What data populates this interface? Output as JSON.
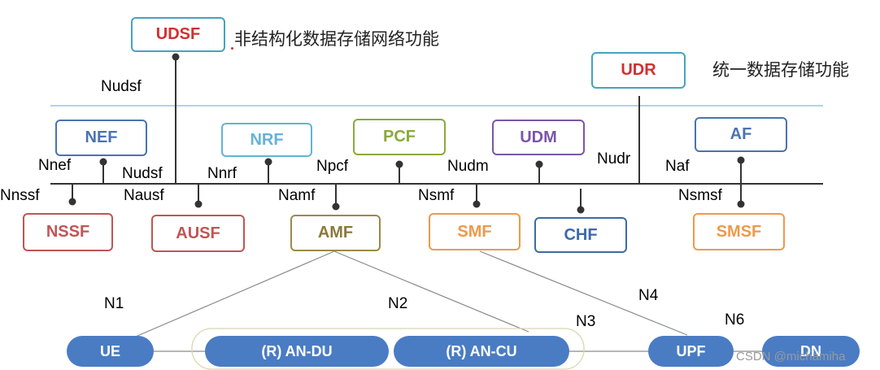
{
  "colors": {
    "red": "#c83b3b",
    "blue": "#4a73b0",
    "teal": "#46a3c0",
    "light_blue": "#63b3d6",
    "green": "#8aaa3a",
    "purple": "#7a56a8",
    "orange": "#ee9a4a",
    "tan": "#9a8a4a",
    "pill": "#4a7cc4"
  },
  "top": {
    "udsf": {
      "label": "UDSF",
      "caption": "非结构化数据存储网络功能"
    },
    "udr": {
      "label": "UDR",
      "caption": "统一数据存储功能"
    },
    "nudsf_upper": "Nudsf"
  },
  "nfs": {
    "nef": "NEF",
    "nrf": "NRF",
    "pcf": "PCF",
    "udm": "UDM",
    "af": "AF",
    "nssf": "NSSF",
    "ausf": "AUSF",
    "amf": "AMF",
    "smf": "SMF",
    "chf": "CHF",
    "smsf": "SMSF"
  },
  "interfaces": {
    "nnef": "Nnef",
    "nudsf": "Nudsf",
    "nnrf": "Nnrf",
    "npcf": "Npcf",
    "nudm": "Nudm",
    "nudr": "Nudr",
    "naf": "Naf",
    "nnssf": "Nnssf",
    "nausf": "Nausf",
    "namf": "Namf",
    "nsmf": "Nsmf",
    "nsmsf": "Nsmsf"
  },
  "ran": {
    "ue": "UE",
    "an_du": "(R)  AN-DU",
    "an_cu": "(R)  AN-CU",
    "upf": "UPF",
    "dn": "DN"
  },
  "ref_points": {
    "n1": "N1",
    "n2": "N2",
    "n3": "N3",
    "n4": "N4",
    "n6": "N6"
  },
  "watermark": "CSDN @michamiha"
}
